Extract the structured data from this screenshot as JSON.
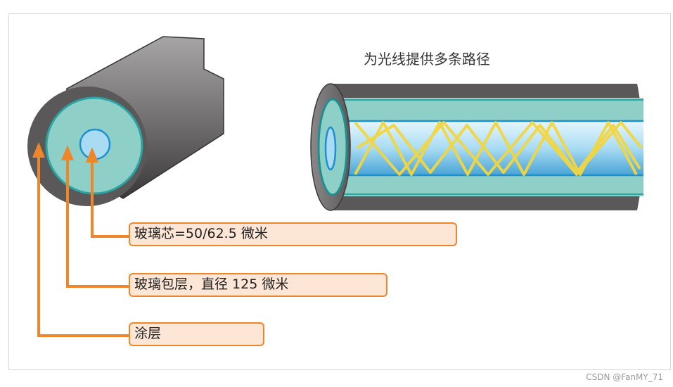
{
  "diagram": {
    "heading": "为光线提供多条路径",
    "labels": {
      "core": "玻璃芯=50/62.5 微米",
      "cladding": "玻璃包层，直径 125 微米",
      "coating": "涂层"
    },
    "colors": {
      "coating": "#5b5859",
      "cladding": "#8ed0c8",
      "core": "#a9dcf3",
      "arrow": "#f0862a",
      "callout_fill": "#fde6d6",
      "light_path": "#f2d641"
    }
  },
  "watermark": "CSDN @FanMY_71"
}
